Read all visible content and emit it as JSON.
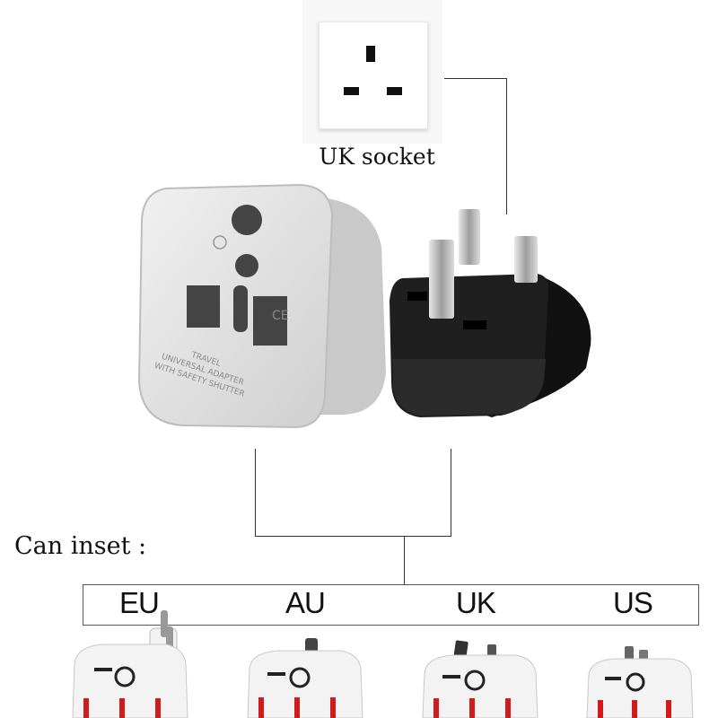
{
  "socket": {
    "caption": "UK socket"
  },
  "adapter": {
    "text_line1": "TRAVEL",
    "text_line2": "UNIVERSAL ADAPTER",
    "text_line3": "WITH SAFETY SHUTTER",
    "mark": "CE"
  },
  "inset": {
    "label": "Can inset :",
    "types": [
      "EU",
      "AU",
      "UK",
      "US"
    ]
  },
  "colors": {
    "white_plastic": "#e8e8e8",
    "black_plastic": "#1b1b1b",
    "accent_red": "#d01c1c"
  }
}
